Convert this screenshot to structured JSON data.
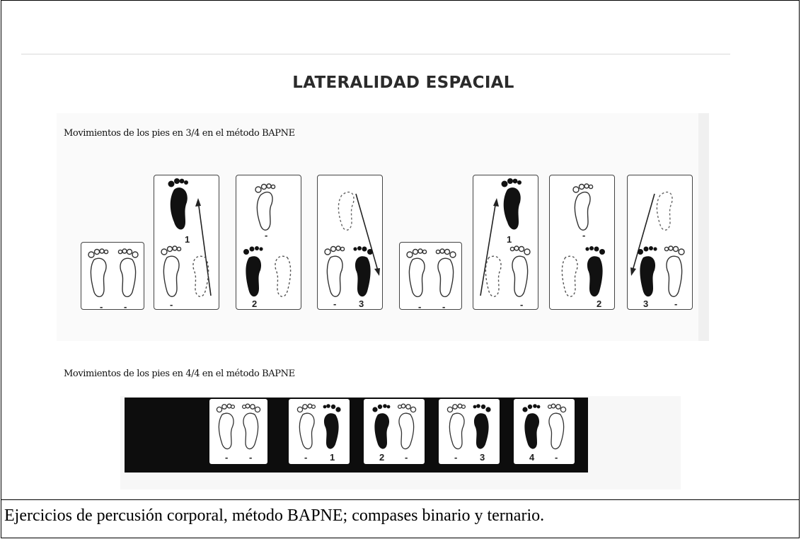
{
  "figure": {
    "heading": "LATERALIDAD ESPACIAL",
    "caption_34": "Movimientos de los pies en 3/4 en el método BAPNE",
    "caption_44": "Movimientos de los pies en 4/4 en el método BAPNE",
    "steps_34": [
      {
        "marks": [
          "-",
          "-"
        ]
      },
      {
        "upper_mark": "1",
        "marks": [
          "-"
        ]
      },
      {
        "upper_mark": "-",
        "marks": [
          "2"
        ]
      },
      {
        "marks": [
          "-",
          "3"
        ]
      },
      {
        "marks": [
          "-",
          "-"
        ]
      },
      {
        "upper_mark": "1",
        "marks": [
          "-"
        ]
      },
      {
        "upper_mark": "-",
        "marks": [
          "2"
        ]
      },
      {
        "marks": [
          "3",
          "-"
        ]
      }
    ],
    "steps_44": [
      {
        "marks": [
          "-",
          "-"
        ]
      },
      {
        "marks": [
          "-",
          "1"
        ]
      },
      {
        "marks": [
          "2",
          "-"
        ]
      },
      {
        "marks": [
          "-",
          "3"
        ]
      },
      {
        "marks": [
          "4",
          "-"
        ]
      }
    ]
  },
  "caption": "Ejercicios de percusión corporal, método BAPNE; compases binario y ternario."
}
